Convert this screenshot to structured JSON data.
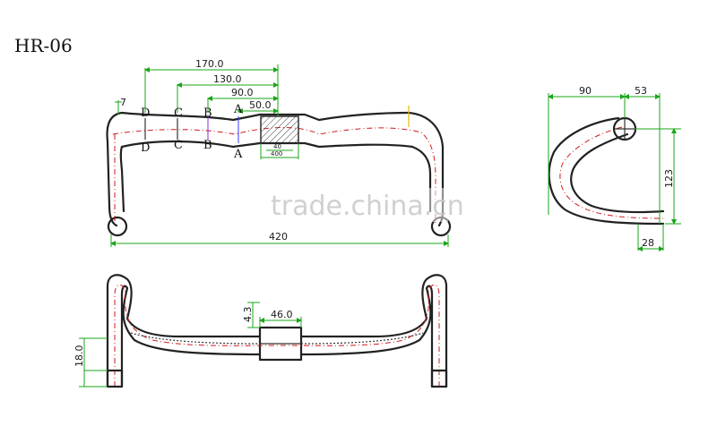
{
  "title": "HR-06",
  "watermark": "trade.china.cn",
  "front_view": {
    "dims": {
      "width_170": "170.0",
      "width_130": "130.0",
      "width_90": "90.0",
      "width_50": "50.0",
      "clamp_a": "40",
      "clamp_b": "400",
      "overall": "420",
      "side": "7"
    },
    "section_labels": {
      "d_top": "D",
      "c_top": "C",
      "b_top": "B",
      "a_top": "A",
      "d_bottom": "D",
      "c_bottom": "C",
      "b_bottom": "B",
      "a_bottom": "A"
    }
  },
  "side_view": {
    "dims": {
      "reach": "90",
      "offset": "53",
      "drop": "123",
      "end": "28"
    }
  },
  "top_view": {
    "dims": {
      "rise": "4.3",
      "clamp_width": "46.0",
      "end_dia": "18.0"
    }
  },
  "colors": {
    "outline": "#222222",
    "centerline": "#d11a1a",
    "dimension": "#1aa51a"
  }
}
